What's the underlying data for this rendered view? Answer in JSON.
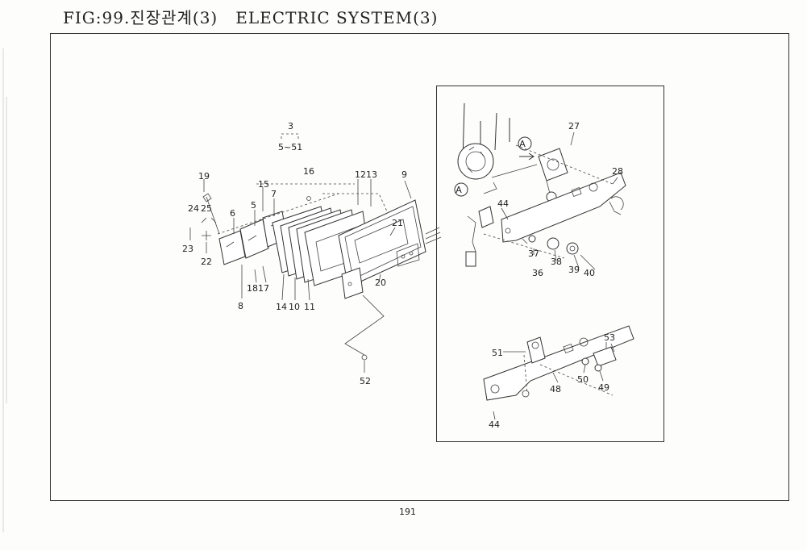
{
  "header": {
    "title": "FIG:99.진장관계(3)   ELECTRIC SYSTEM(3)"
  },
  "page_number": "191",
  "callouts": {
    "c3": "3",
    "c5_51": "5~51",
    "c19": "19",
    "c15": "15",
    "c16": "16",
    "c12": "12",
    "c13": "13",
    "c9": "9",
    "c7": "7",
    "c5": "5",
    "c6": "6",
    "c24": "24",
    "c25": "25",
    "c23": "23",
    "c22": "22",
    "c21": "21",
    "c20": "20",
    "c18": "18",
    "c17": "17",
    "c8": "8",
    "c14": "14",
    "c10": "10",
    "c11": "11",
    "c52": "52",
    "c27": "27",
    "c28": "28",
    "c44a": "44",
    "c37": "37",
    "c38": "38",
    "c36": "36",
    "c39": "39",
    "c40": "40",
    "c53": "53",
    "c51": "51",
    "c50": "50",
    "c49": "49",
    "c48": "48",
    "c44b": "44",
    "markA1": "A",
    "markA2": "A"
  }
}
